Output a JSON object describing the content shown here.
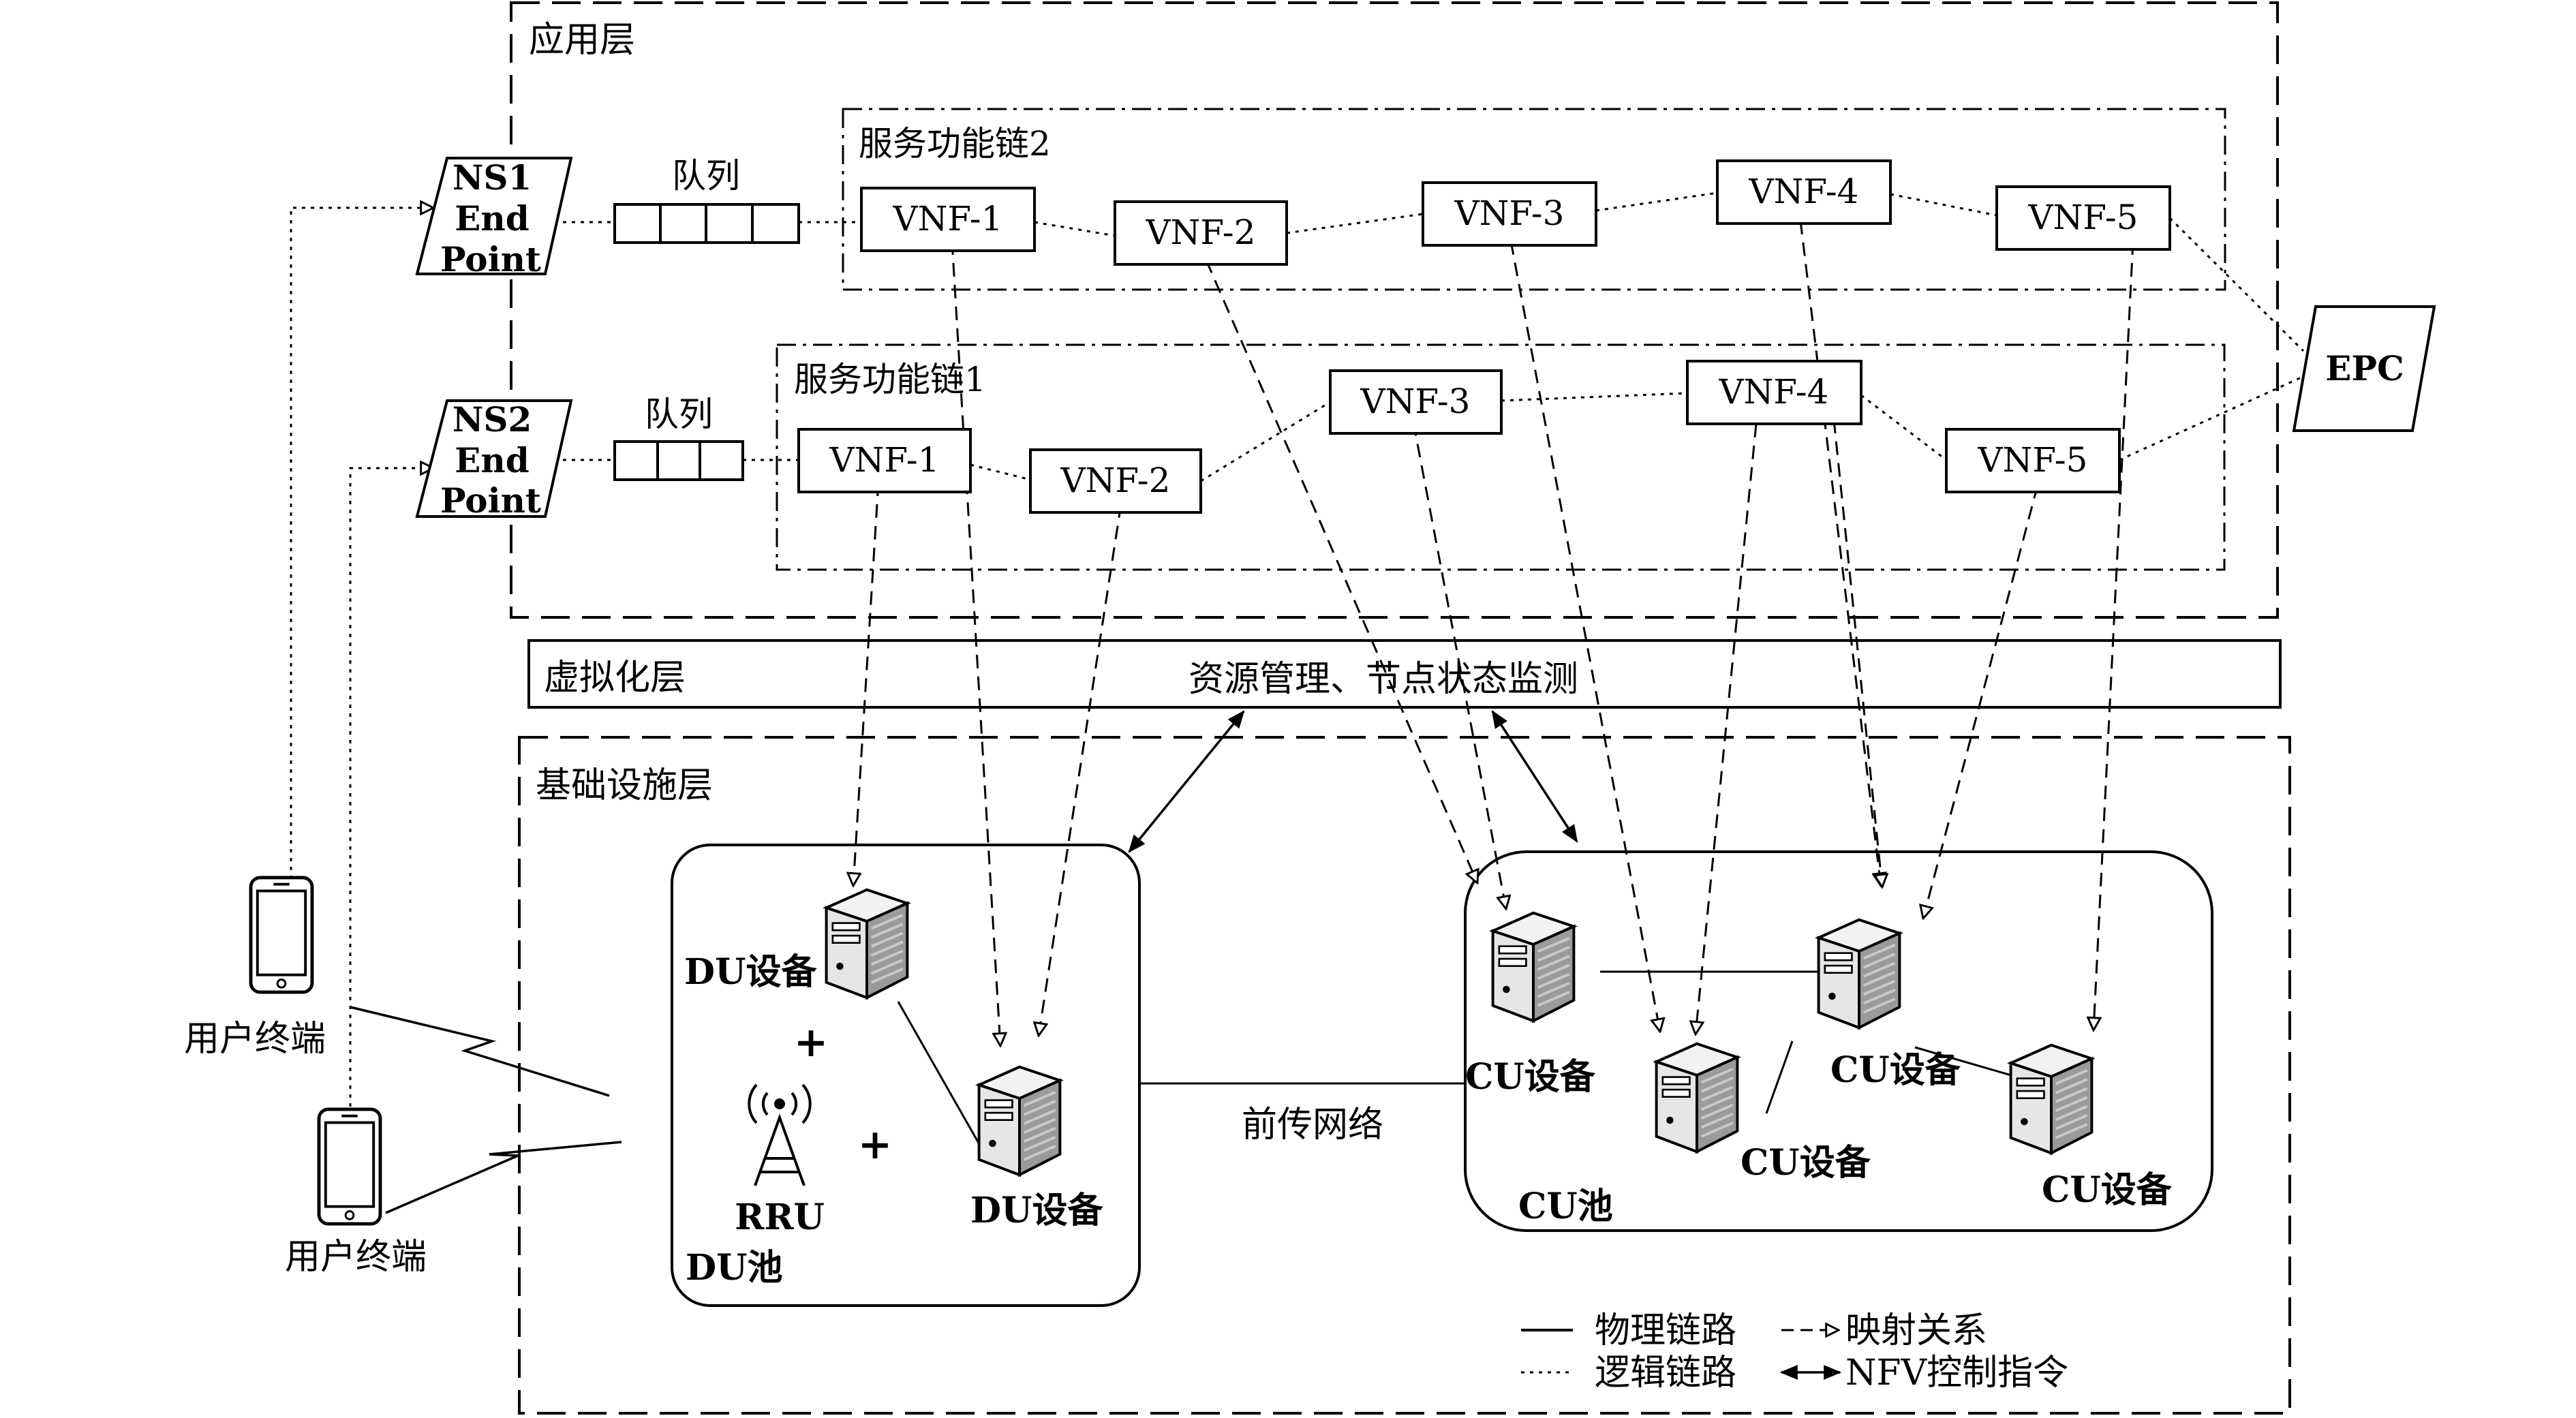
{
  "layers": {
    "application": "应用层",
    "virtualization": "虚拟化层",
    "virtualization_desc": "资源管理、节点状态监测",
    "infrastructure": "基础设施层"
  },
  "chains": {
    "sfc2": {
      "title": "服务功能链2",
      "endpoint": [
        "NS1",
        "End",
        "Point"
      ],
      "queue_label": "队列",
      "vnfs": [
        "VNF-1",
        "VNF-2",
        "VNF-3",
        "VNF-4",
        "VNF-5"
      ]
    },
    "sfc1": {
      "title": "服务功能链1",
      "endpoint": [
        "NS2",
        "End",
        "Point"
      ],
      "queue_label": "队列",
      "vnfs": [
        "VNF-1",
        "VNF-2",
        "VNF-3",
        "VNF-4",
        "VNF-5"
      ]
    }
  },
  "epc": "EPC",
  "terminals": [
    "用户终端",
    "用户终端"
  ],
  "du_pool": {
    "label": "DU池",
    "device_label_1": "DU设备",
    "device_label_2": "DU设备",
    "plus": "+",
    "rru": "RRU"
  },
  "fronthaul": "前传网络",
  "cu_pool": {
    "label": "CU池",
    "devices": [
      "CU设备",
      "CU设备",
      "CU设备",
      "CU设备"
    ]
  },
  "legend": {
    "physical": "物理链路",
    "logical": "逻辑链路",
    "mapping": "映射关系",
    "nfv": "NFV控制指令"
  }
}
